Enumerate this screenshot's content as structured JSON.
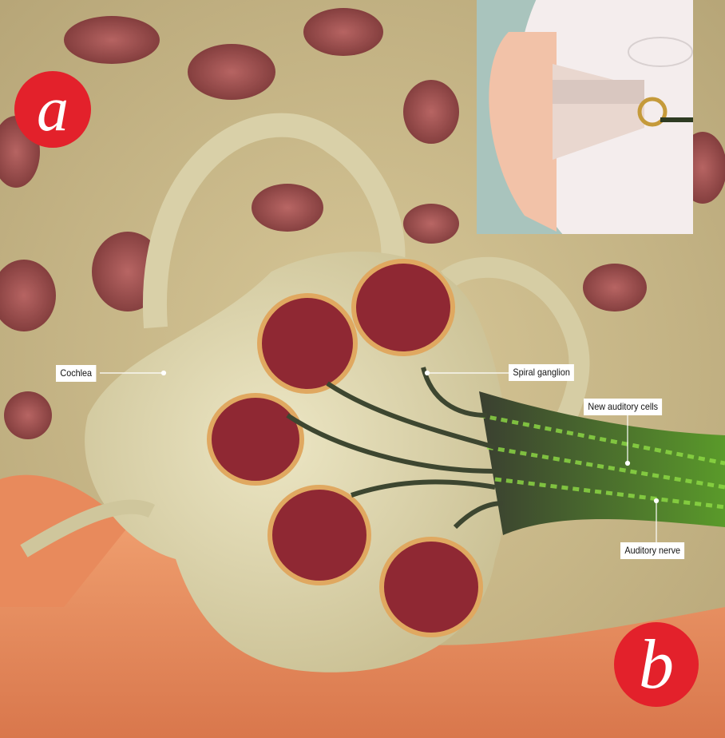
{
  "panels": {
    "a": "a",
    "b": "b"
  },
  "labels": {
    "cochlea": "Cochlea",
    "spiral_ganglion": "Spiral ganglion",
    "new_auditory_cells": "New auditory cells",
    "auditory_nerve": "Auditory nerve"
  },
  "colors": {
    "badge": "#e3212b",
    "bone": "#e3dcb4",
    "nerve_green": "#7ed23a",
    "tissue_red": "#9c2a2e"
  }
}
